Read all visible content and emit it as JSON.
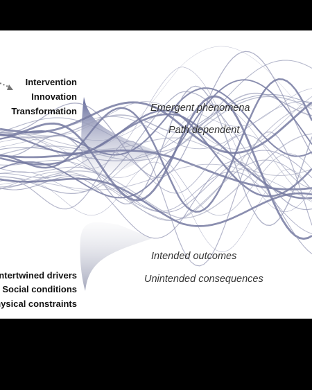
{
  "colors": {
    "frame": "#000000",
    "panel": "#ffffff",
    "strand_dark": "#5a6090",
    "strand_light": "#c4c6d4",
    "cusp": "#5f6699"
  },
  "inputs": {
    "top": [
      "Intervention",
      "Innovation",
      "Transformation"
    ],
    "bottom": [
      "Intertwined drivers",
      "Social conditions",
      "Physical constraints"
    ]
  },
  "outcomes": {
    "top": [
      "Emergent phenomena",
      "Path dependent"
    ],
    "bottom": [
      "Intended outcomes",
      "Unintended consequences"
    ]
  },
  "icons": {
    "entry_arrow": "dotted-arrow-icon"
  }
}
